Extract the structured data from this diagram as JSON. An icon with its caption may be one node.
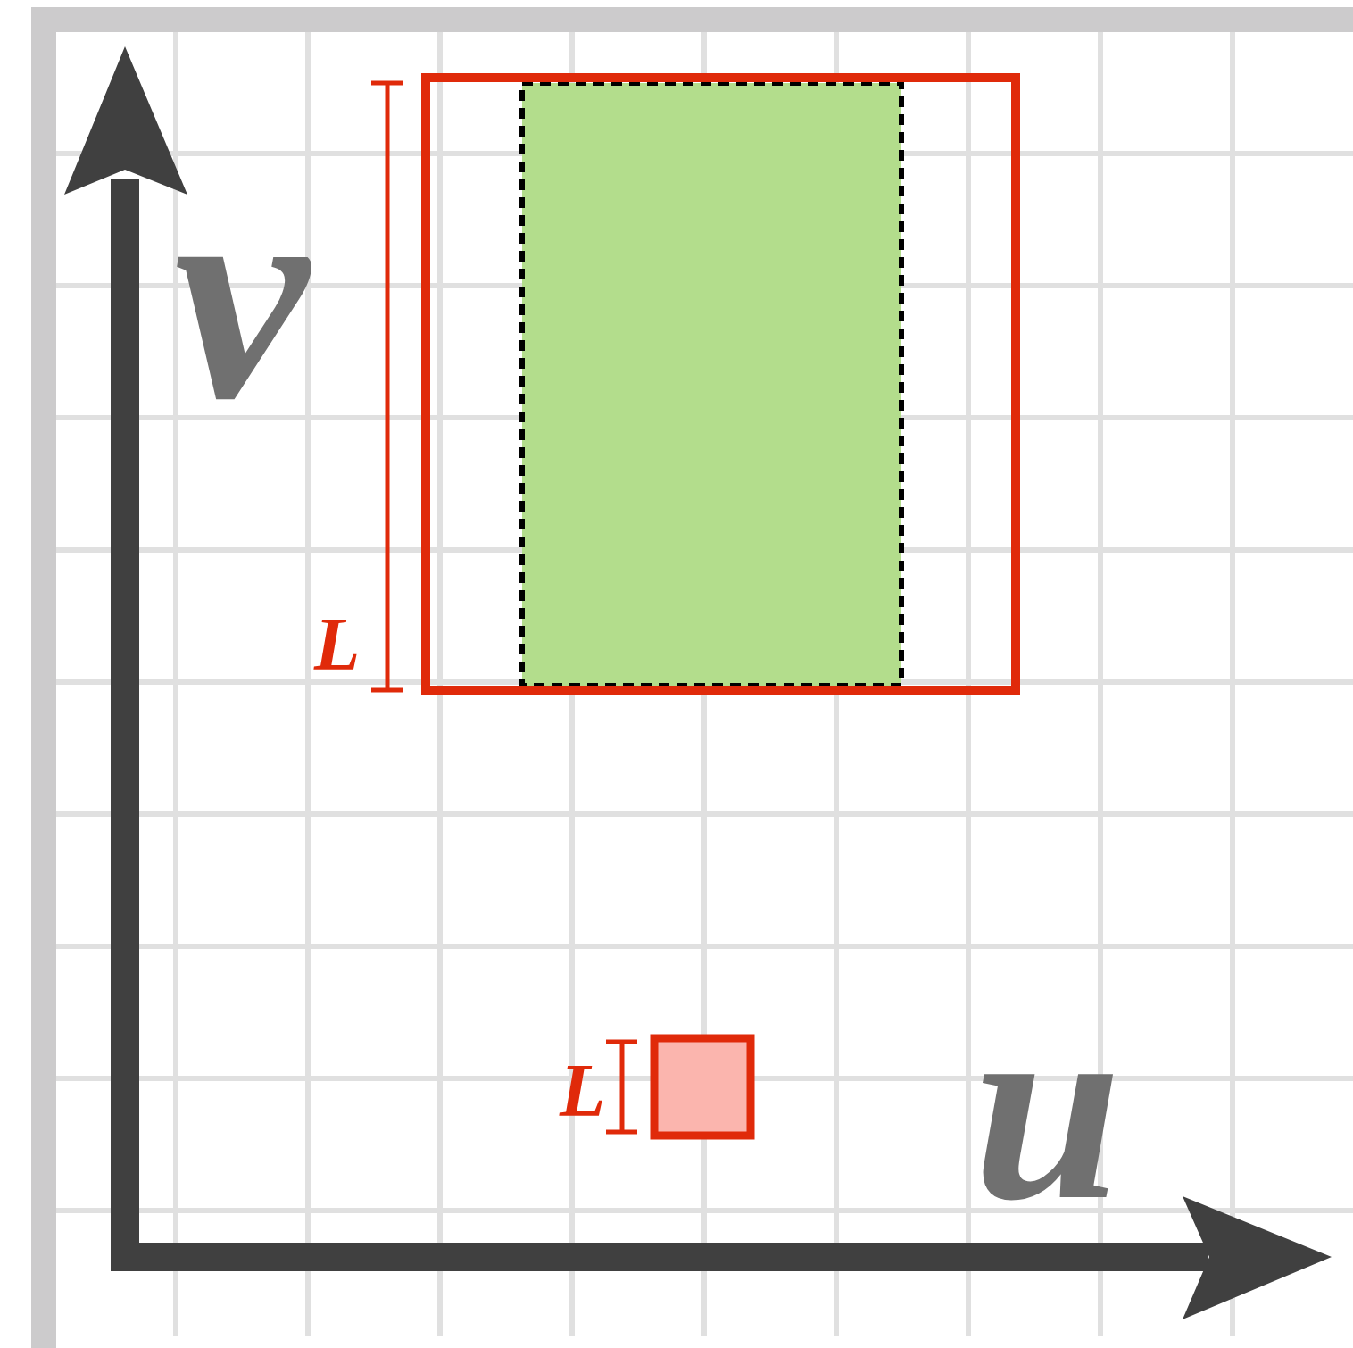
{
  "diagram": {
    "nodes": [
      {
        "text": [],
        "shape": "box"
      },
      {
        "text": [],
        "shape": "box",
        "in": 0
      },
      {
        "text": [],
        "shape": "box"
      }
    ],
    "labels": [
      "v",
      "L",
      "L",
      "u"
    ]
  }
}
